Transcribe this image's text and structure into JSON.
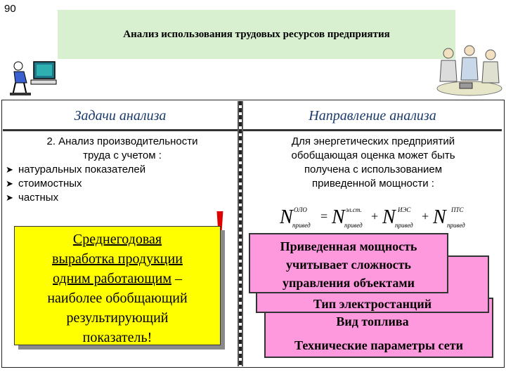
{
  "slide_number": "90",
  "title": "Анализ использования трудовых ресурсов предприятия",
  "left_column": {
    "header": "Задачи анализа",
    "heading_line1": "2. Анализ производительности",
    "heading_line2": "труда с учетом :",
    "items": [
      "натуральных показателей",
      "стоимостных",
      "частных"
    ],
    "callout": {
      "line1": "Среднегодовая",
      "line2": "выработка продукции",
      "line3_underlined": "одним работающим",
      "line3_rest": " –",
      "line4": "наиболее обобщающий",
      "line5": "результирующий",
      "line6": "показатель!"
    }
  },
  "right_column": {
    "header": "Направление анализа",
    "text_line1": "Для энергетических предприятий",
    "text_line2": "обобщающая оценка может быть",
    "text_line3": "получена с использованием",
    "text_line4": "приведенной мощности :",
    "formula": {
      "symbol": "N",
      "sub": "привед",
      "sup_total": "ОЛО",
      "sup_1": "эл.ст.",
      "sup_2": "ИЭС",
      "sup_3": "ПТС",
      "equals": "=",
      "plus": "+"
    },
    "cards": {
      "front_line1": "Приведенная мощность",
      "front_line2": "учитывает сложность",
      "front_line3": "управления объектами",
      "middle_line1": "Тип электростанций",
      "middle_line2": "Вид топлива",
      "back_line1": "Технические параметры сети"
    }
  },
  "exclamation": "!"
}
